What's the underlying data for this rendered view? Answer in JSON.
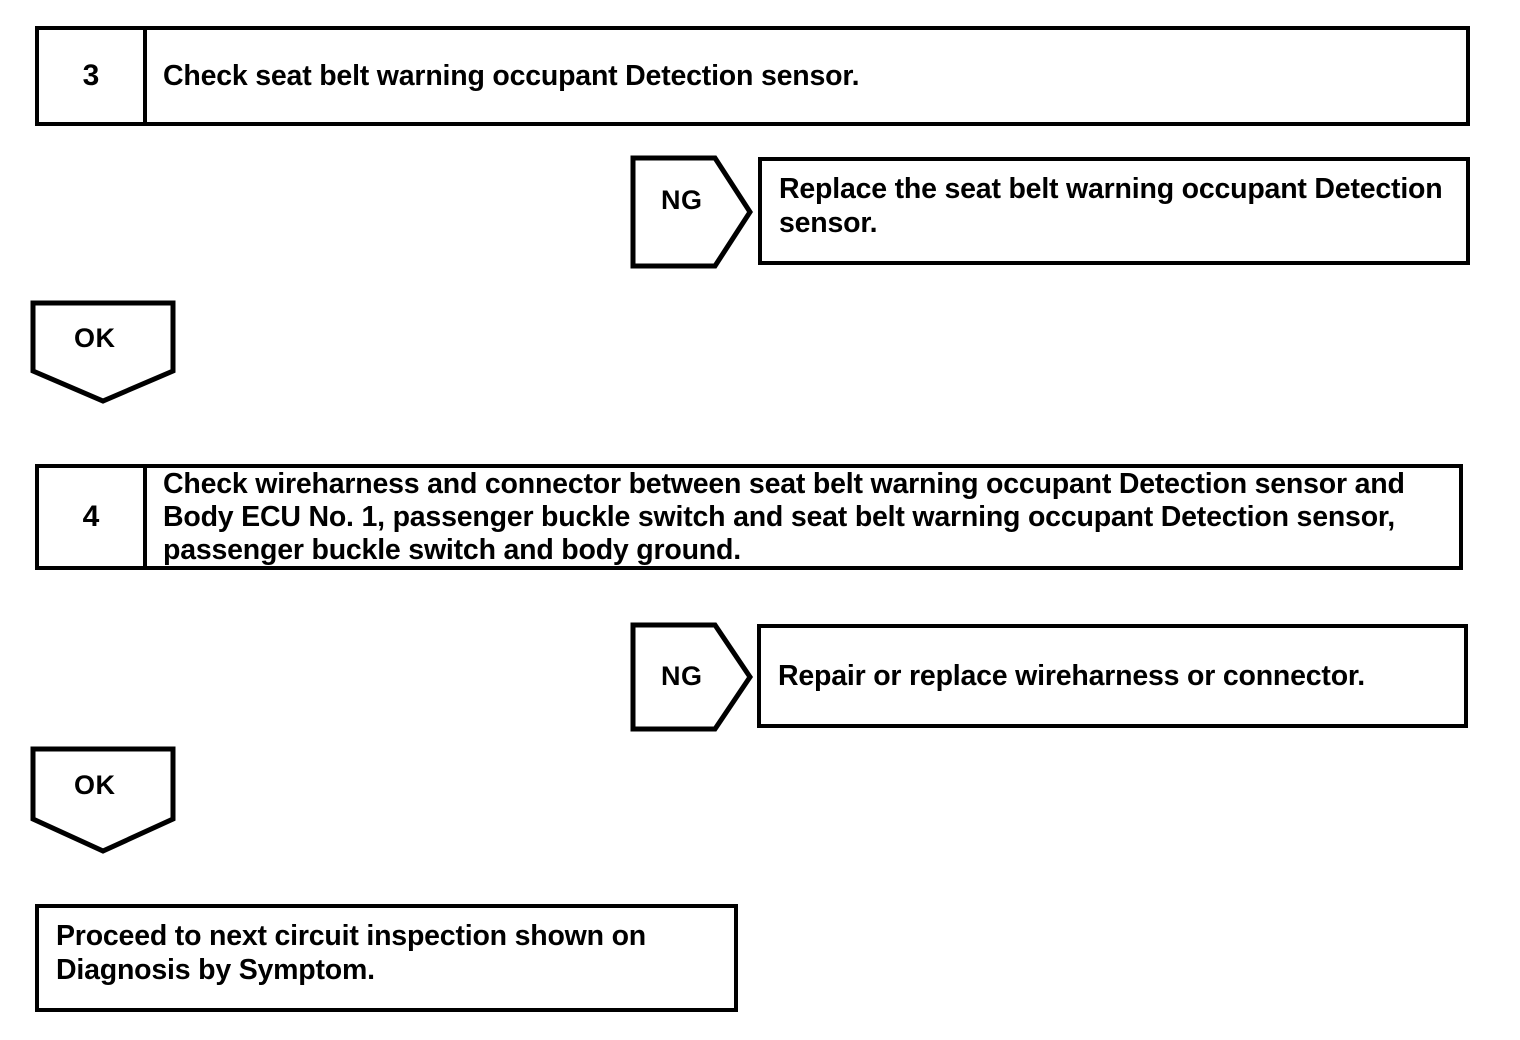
{
  "document": {
    "type": "diagnostic-flowchart",
    "title": "Seat belt warning occupant Detection sensor inspection flow"
  },
  "steps": [
    {
      "number": "3",
      "text": "Check seat belt warning occupant Detection sensor."
    },
    {
      "number": "4",
      "text": "Check wireharness and connector between seat belt warning occupant Detection sensor and Body ECU No. 1, passenger buckle switch and seat belt warning occupant Detection sensor, passenger buckle switch and body ground."
    }
  ],
  "branches": [
    {
      "label": "NG",
      "result": "Replace the seat belt warning occupant Detection sensor."
    },
    {
      "label": "NG",
      "result": "Repair or replace wireharness or connector."
    }
  ],
  "ok_connectors": [
    {
      "label": "OK"
    },
    {
      "label": "OK"
    }
  ],
  "final": {
    "text": "Proceed to next circuit inspection shown on Diagnosis by Symptom."
  },
  "colors": {
    "line": "#000000",
    "text": "#000000",
    "background": "#ffffff"
  }
}
